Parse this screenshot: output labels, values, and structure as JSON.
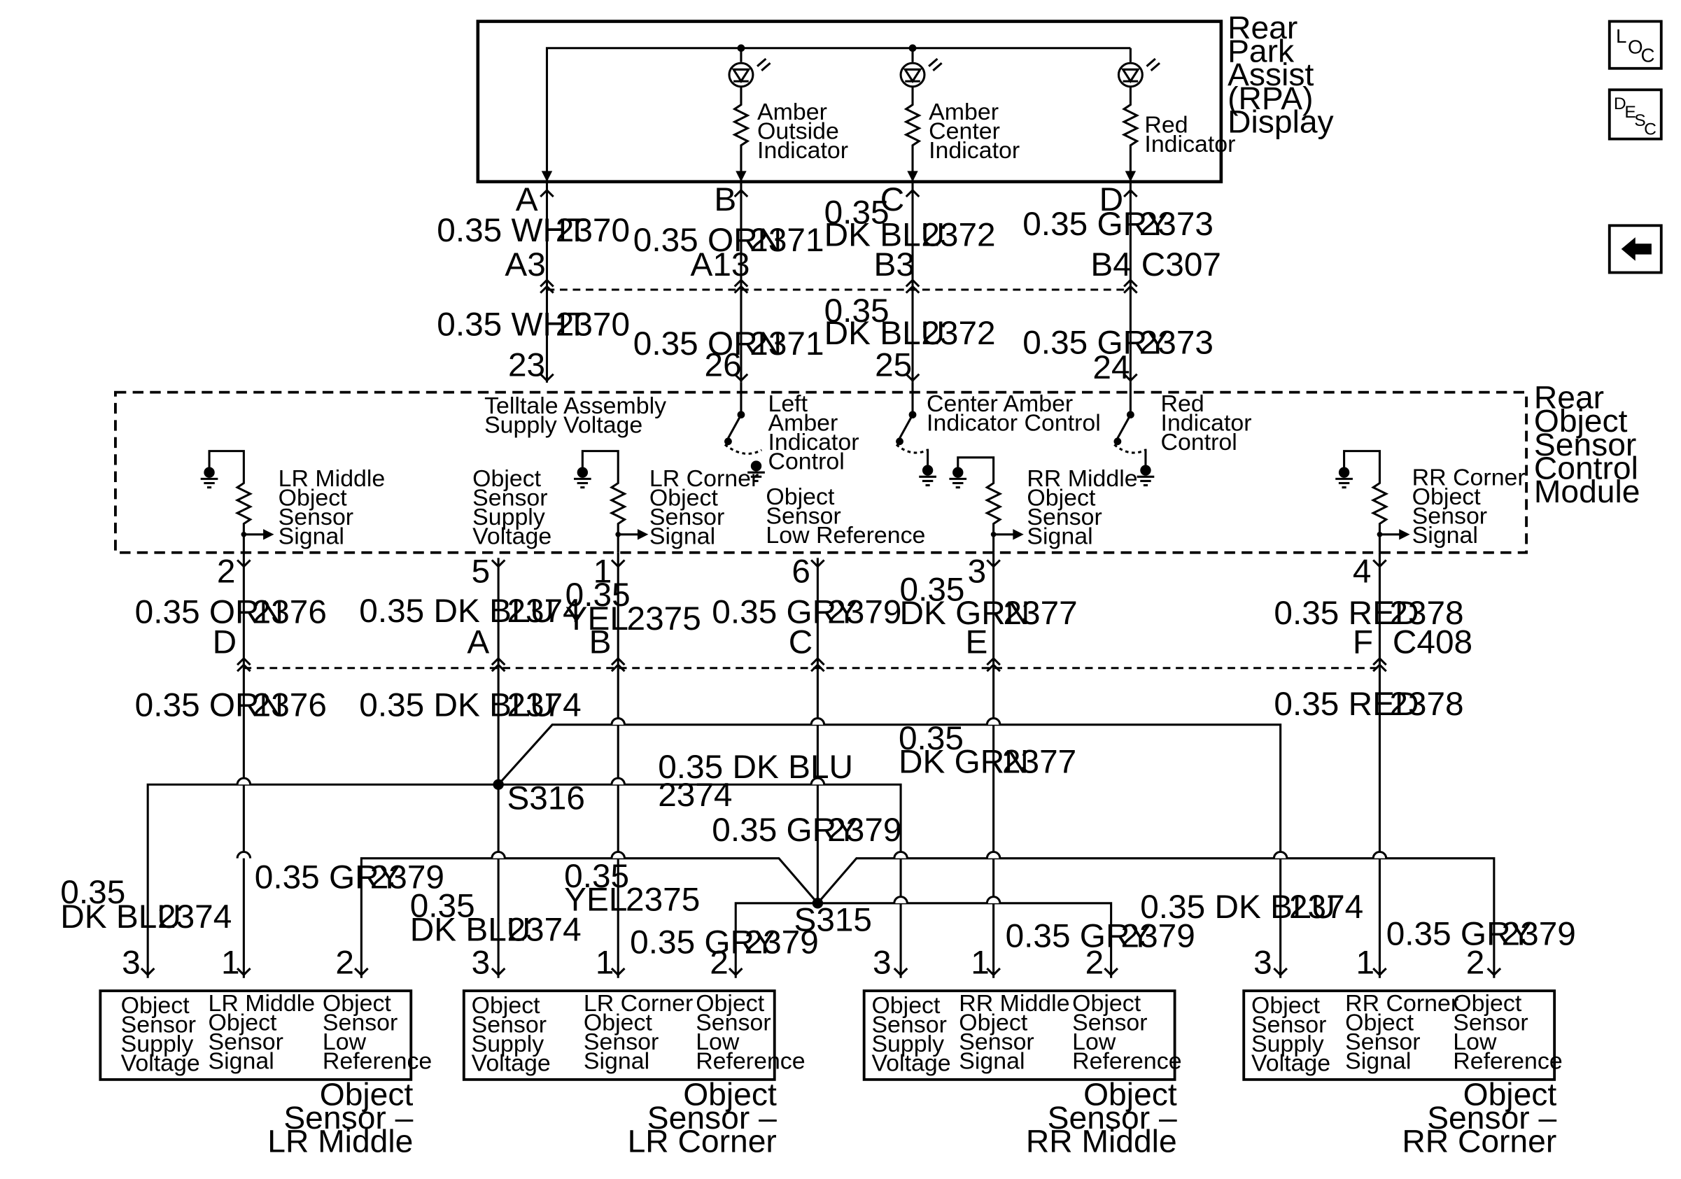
{
  "display": {
    "title": [
      "Rear",
      "Park",
      "Assist",
      "(RPA)",
      "Display"
    ],
    "indicators": [
      {
        "label": [
          "Amber",
          "Outside",
          "Indicator"
        ]
      },
      {
        "label": [
          "Amber",
          "Center",
          "Indicator"
        ]
      },
      {
        "label": [
          "Red",
          "Indicator"
        ]
      }
    ]
  },
  "module": {
    "title": [
      "Rear",
      "Object",
      "Sensor",
      "Control",
      "Module"
    ],
    "telltale": [
      "Telltale Assembly",
      "Supply Voltage"
    ],
    "lr_middle_signal": [
      "LR Middle",
      "Object",
      "Sensor",
      "Signal"
    ],
    "supply_voltage": [
      "Object",
      "Sensor",
      "Supply",
      "Voltage"
    ],
    "lr_corner_signal": [
      "LR Corner",
      "Object",
      "Sensor",
      "Signal"
    ],
    "low_reference": [
      "Object",
      "Sensor",
      "Low Reference"
    ],
    "left_amber_control": [
      "Left",
      "Amber",
      "Indicator",
      "Control"
    ],
    "center_amber_control": [
      "Center Amber",
      "Indicator Control"
    ],
    "red_control": [
      "Red",
      "Indicator",
      "Control"
    ],
    "rr_middle_signal": [
      "RR Middle",
      "Object",
      "Sensor",
      "Signal"
    ],
    "rr_corner_signal": [
      "RR Corner",
      "Object",
      "Sensor",
      "Signal"
    ]
  },
  "upper_wires": {
    "display_pins": [
      "A",
      "B",
      "C",
      "D"
    ],
    "top_wires": [
      "0.35 WHT",
      "0.35 ORN",
      "0.35 DK BLU",
      "0.35 GRY"
    ],
    "circuits": [
      "2370",
      "2371",
      "2372",
      "2373"
    ],
    "c307_pins": [
      "A3",
      "A13",
      "B3",
      "B4"
    ],
    "c307_name": "C307",
    "module_pins": [
      "23",
      "26",
      "25",
      "24"
    ]
  },
  "lower_wires": {
    "module_pins": [
      "2",
      "5",
      "1",
      "6",
      "3",
      "4"
    ],
    "wires": [
      "0.35 ORN",
      "0.35 DK BLU",
      "0.35 YEL",
      "0.35 GRY",
      "0.35 DK GRN",
      "0.35 RED"
    ],
    "circuits": [
      "2376",
      "2374",
      "2375",
      "2379",
      "2377",
      "2378"
    ],
    "c408_pins": [
      "D",
      "A",
      "B",
      "C",
      "E",
      "F"
    ],
    "c408_name": "C408"
  },
  "splices": {
    "s316": "S316",
    "s315": "S315"
  },
  "sensors": [
    {
      "name": [
        "Object",
        "Sensor –",
        "LR Middle"
      ],
      "col1": [
        "Object",
        "Sensor",
        "Supply",
        "Voltage"
      ],
      "col2": [
        "LR Middle",
        "Object",
        "Sensor",
        "Signal"
      ],
      "col3": [
        "Object",
        "Sensor",
        "Low",
        "Reference"
      ],
      "pins": [
        "3",
        "1",
        "2"
      ]
    },
    {
      "name": [
        "Object",
        "Sensor –",
        "LR Corner"
      ],
      "col1": [
        "Object",
        "Sensor",
        "Supply",
        "Voltage"
      ],
      "col2": [
        "LR Corner",
        "Object",
        "Sensor",
        "Signal"
      ],
      "col3": [
        "Object",
        "Sensor",
        "Low",
        "Reference"
      ],
      "pins": [
        "3",
        "1",
        "2"
      ]
    },
    {
      "name": [
        "Object",
        "Sensor –",
        "RR Middle"
      ],
      "col1": [
        "Object",
        "Sensor",
        "Supply",
        "Voltage"
      ],
      "col2": [
        "RR Middle",
        "Object",
        "Sensor",
        "Signal"
      ],
      "col3": [
        "Object",
        "Sensor",
        "Low",
        "Reference"
      ],
      "pins": [
        "3",
        "1",
        "2"
      ]
    },
    {
      "name": [
        "Object",
        "Sensor –",
        "RR Corner"
      ],
      "col1": [
        "Object",
        "Sensor",
        "Supply",
        "Voltage"
      ],
      "col2": [
        "RR Corner",
        "Object",
        "Sensor",
        "Signal"
      ],
      "col3": [
        "Object",
        "Sensor",
        "Low",
        "Reference"
      ],
      "pins": [
        "3",
        "1",
        "2"
      ]
    }
  ],
  "branch_labels": {
    "lrm_supply": [
      "0.35",
      "DK BLU",
      "2374"
    ],
    "lrm_low": [
      "0.35 GRY",
      "2379"
    ],
    "lrc_supply": [
      "0.35",
      "DK BLU",
      "2374"
    ],
    "lrc_signal": [
      "0.35",
      "YEL",
      "2375"
    ],
    "lrc_low": [
      "0.35 GRY",
      "2379"
    ],
    "mid_dkblu": [
      "0.35 DK BLU",
      "2374"
    ],
    "mid_gry": [
      "0.35 GRY",
      "2379"
    ],
    "mid_dkgrn": [
      "0.35",
      "DK GRN",
      "2377"
    ],
    "mid_red": [
      "0.35 RED",
      "2378"
    ],
    "rrm_low": [
      "0.35 GRY",
      "2379"
    ],
    "rrc_supply": [
      "0.35 DK BLU",
      "2374"
    ],
    "rrc_low": [
      "0.35 GRY",
      "2379"
    ],
    "lower_orn": [
      "0.35 ORN",
      "2376"
    ],
    "lower_dkblu": [
      "0.35 DK BLU",
      "2374"
    ]
  },
  "nav": {
    "loc": {
      "big": "L",
      "small": "O",
      "sub": "C"
    },
    "desc": {
      "big": "D",
      "e": "E",
      "s": "S",
      "c": "C"
    },
    "back_icon": "left-arrow-icon"
  }
}
